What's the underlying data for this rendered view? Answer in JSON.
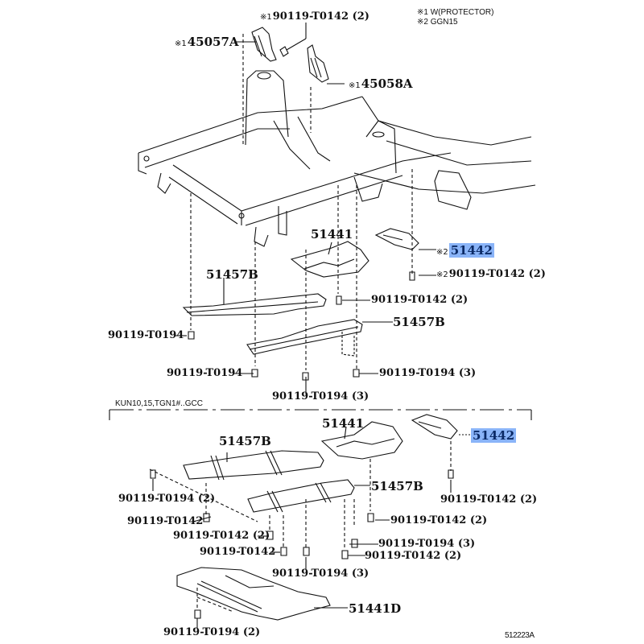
{
  "legend": {
    "note1": "※1 W(PROTECTOR)",
    "note2": "※2 GGN15"
  },
  "upper": {
    "labels": {
      "bolt_top": {
        "note": "※1",
        "part": "90119-T0142 (2)"
      },
      "bracket_a": {
        "note": "※1",
        "part": "45057A"
      },
      "bracket_b": {
        "note": "※1",
        "part": "45058A"
      },
      "cover_51441": {
        "note": "",
        "part": "51441"
      },
      "cover_51442": {
        "note": "※2",
        "part": "51442"
      },
      "bolt_51442": {
        "note": "※2",
        "part": "90119-T0142 (2)"
      },
      "crossmember_left": {
        "note": "",
        "part": "51457B"
      },
      "bolt_51441": {
        "note": "",
        "part": "90119-T0142 (2)"
      },
      "crossmember_right": {
        "note": "",
        "part": "51457B"
      },
      "bolt_left": {
        "note": "",
        "part": "90119-T0194"
      },
      "bolt_mid_left": {
        "note": "",
        "part": "90119-T0194"
      },
      "bolt_mid_right": {
        "note": "",
        "part": "90119-T0194 (3)"
      },
      "bolt_center": {
        "note": "",
        "part": "90119-T0194 (3)"
      }
    }
  },
  "lower": {
    "variant": "KUN10,15,TGN1#..GCC",
    "labels": {
      "cover_51441": "51441",
      "cover_51442": "51442",
      "crossmember_upper": "51457B",
      "bolt_51442": "90119-T0142 (2)",
      "crossmember_lower": "51457B",
      "bolt_left_a": "90119-T0194 (2)",
      "bolt_left_b": "90119-T0142",
      "bolt_right_a": "90119-T0142 (2)",
      "bolt_mid_a": "90119-T0142 (2)",
      "bolt_right_b": "90119-T0194 (3)",
      "bolt_mid_b": "90119-T0142",
      "bolt_right_c": "90119-T0142 (2)",
      "bolt_center": "90119-T0194 (3)",
      "skid_plate": "51441D",
      "bolt_skid": "90119-T0194 (2)"
    }
  },
  "figure_id": "512223A",
  "colors": {
    "highlight": "#8ab4f8",
    "highlight_text": "#0b2a66",
    "line": "#111111"
  }
}
